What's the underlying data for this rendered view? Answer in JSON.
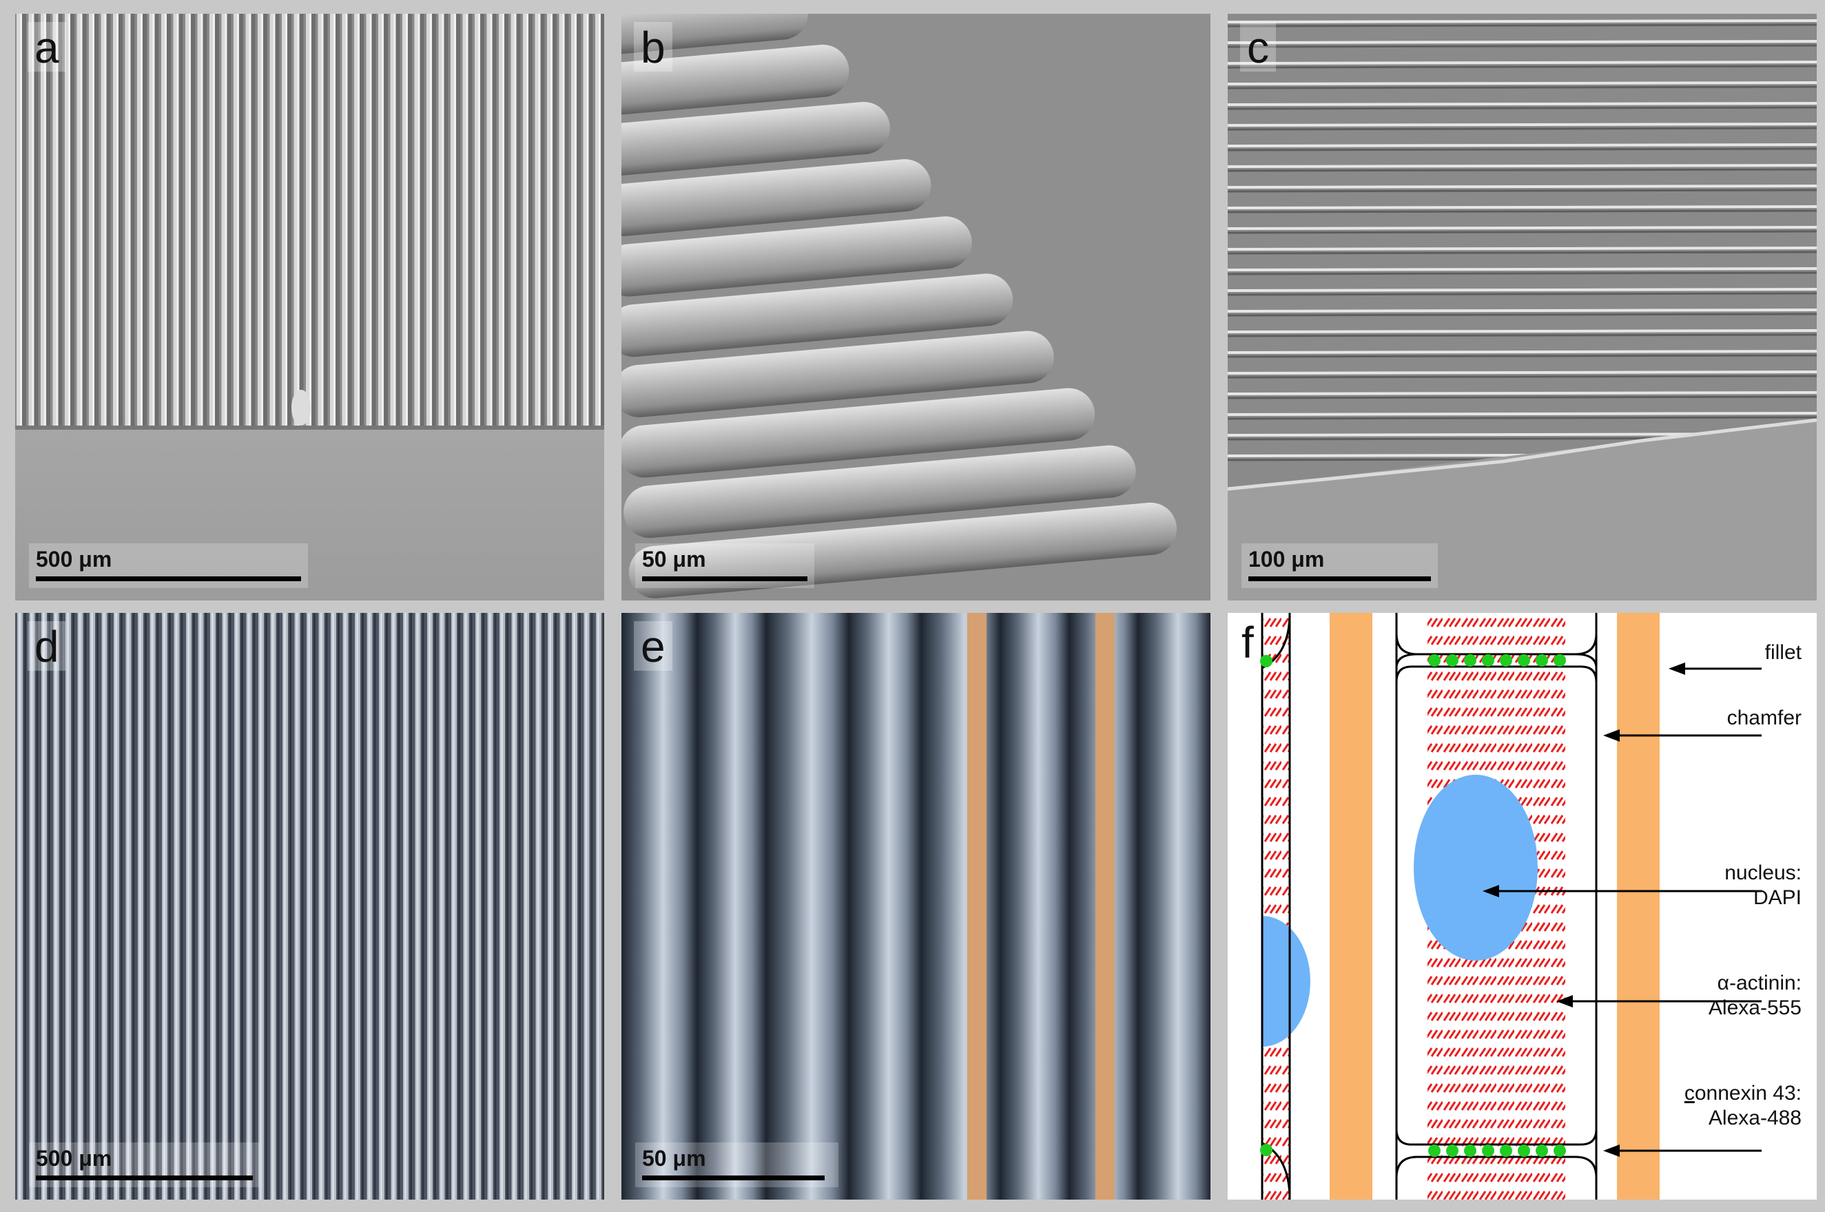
{
  "panels": {
    "a": {
      "letter": "a",
      "scale_label": "500 μm"
    },
    "b": {
      "letter": "b",
      "scale_label": "50 μm"
    },
    "c": {
      "letter": "c",
      "scale_label": "100 μm"
    },
    "d": {
      "letter": "d",
      "scale_label": "500 μm"
    },
    "e": {
      "letter": "e",
      "scale_label": "50 μm"
    },
    "f": {
      "letter": "f",
      "labels": {
        "fillet": "fillet",
        "chamfer": "chamfer",
        "nucleus": "nucleus:",
        "nucleus_stain": "DAPI",
        "actinin": "α-actinin:",
        "actinin_stain": "Alexa-555",
        "connexin_initial": "c",
        "connexin_rest": "onnexin 43:",
        "connexin_stain": "Alexa-488"
      }
    }
  },
  "colors": {
    "orange": "#f9b36a",
    "nucleus_blue": "#6fb4f8",
    "connexin_green": "#20cc20",
    "actinin_red": "#e82020"
  }
}
